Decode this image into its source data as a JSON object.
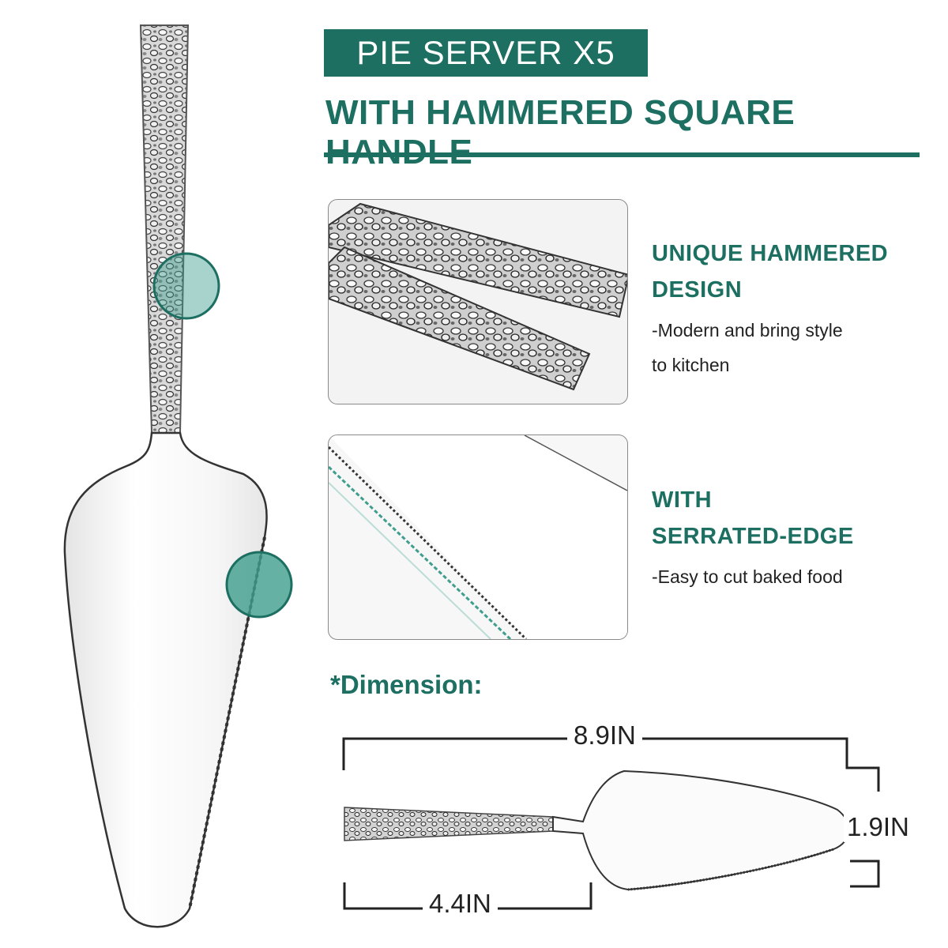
{
  "header": {
    "badge": "PIE SERVER X5",
    "subtitle": "WITH HAMMERED SQUARE HANDLE"
  },
  "features": [
    {
      "title_lines": [
        "UNIQUE HAMMERED",
        "DESIGN"
      ],
      "desc_lines": [
        "-Modern and bring style",
        "to kitchen"
      ]
    },
    {
      "title_lines": [
        "WITH",
        "SERRATED-EDGE"
      ],
      "desc_lines": [
        "-Easy to cut baked food"
      ]
    }
  ],
  "dimension": {
    "heading": "*Dimension:",
    "total_length": "8.9IN",
    "handle_length": "4.4IN",
    "width": "1.9IN"
  },
  "colors": {
    "brand": "#1c6f61",
    "highlight": "#3f9e8d"
  }
}
